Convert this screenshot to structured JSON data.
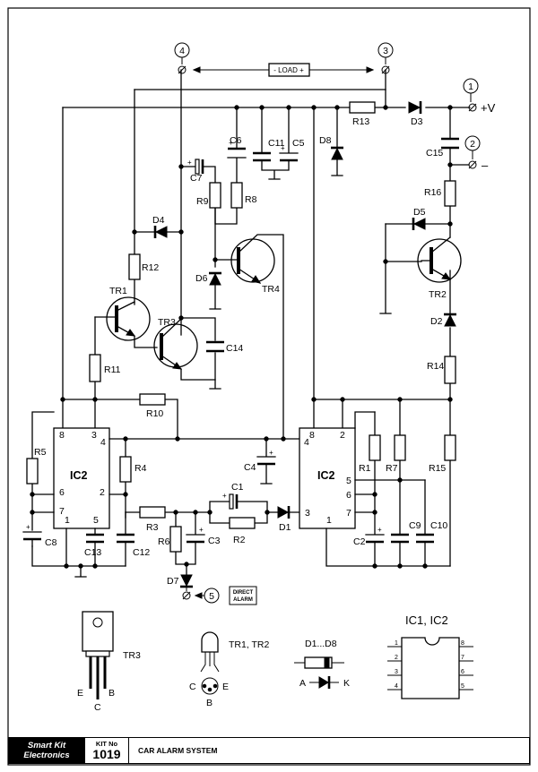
{
  "footer": {
    "logo_line1": "Smart Kit",
    "logo_line2": "Electronics",
    "kit_label": "KIT No",
    "kit_number": "1019",
    "title": "CAR ALARM SYSTEM"
  },
  "terminals": {
    "t1": "1",
    "t2": "2",
    "t3": "3",
    "t4": "4",
    "t5": "5",
    "plus_v": "+V",
    "minus": "–",
    "load": "- LOAD +",
    "direct_alarm_1": "DIRECT",
    "direct_alarm_2": "ALARM"
  },
  "ic_labels": {
    "ic2_left": "IC2",
    "ic2_right": "IC2"
  },
  "pins_left": {
    "p8": "8",
    "p3": "3",
    "p4": "4",
    "p6": "6",
    "p2": "2",
    "p7": "7",
    "p1": "1",
    "p5": "5"
  },
  "pins_right": {
    "p8": "8",
    "p2": "2",
    "p4": "4",
    "p5": "5",
    "p6": "6",
    "p3": "3",
    "p7": "7",
    "p1": "1"
  },
  "components": {
    "R1": "R1",
    "R2": "R2",
    "R3": "R3",
    "R4": "R4",
    "R5": "R5",
    "R6": "R6",
    "R7": "R7",
    "R8": "R8",
    "R9": "R9",
    "R10": "R10",
    "R11": "R11",
    "R12": "R12",
    "R13": "R13",
    "R14": "R14",
    "R15": "R15",
    "R16": "R16",
    "C1": "C1",
    "C2": "C2",
    "C3": "C3",
    "C4": "C4",
    "C5": "C5",
    "C6": "C6",
    "C7": "C7",
    "C8": "C8",
    "C9": "C9",
    "C10": "C10",
    "C11": "C11",
    "C12": "C12",
    "C13": "C13",
    "C14": "C14",
    "C15": "C15",
    "D1": "D1",
    "D2": "D2",
    "D3": "D3",
    "D4": "D4",
    "D5": "D5",
    "D6": "D6",
    "D7": "D7",
    "D8": "D8",
    "TR1": "TR1",
    "TR2": "TR2",
    "TR3": "TR3",
    "TR4": "TR4"
  },
  "legend": {
    "tr3": "TR3",
    "tr3_e": "E",
    "tr3_c": "C",
    "tr3_b": "B",
    "tr12": "TR1, TR2",
    "tr12_c": "C",
    "tr12_e": "E",
    "tr12_b": "B",
    "diodes": "D1...D8",
    "diode_a": "A",
    "diode_k": "K",
    "ic": "IC1, IC2",
    "ic_pins": [
      "1",
      "2",
      "3",
      "4",
      "8",
      "7",
      "6",
      "5"
    ]
  }
}
